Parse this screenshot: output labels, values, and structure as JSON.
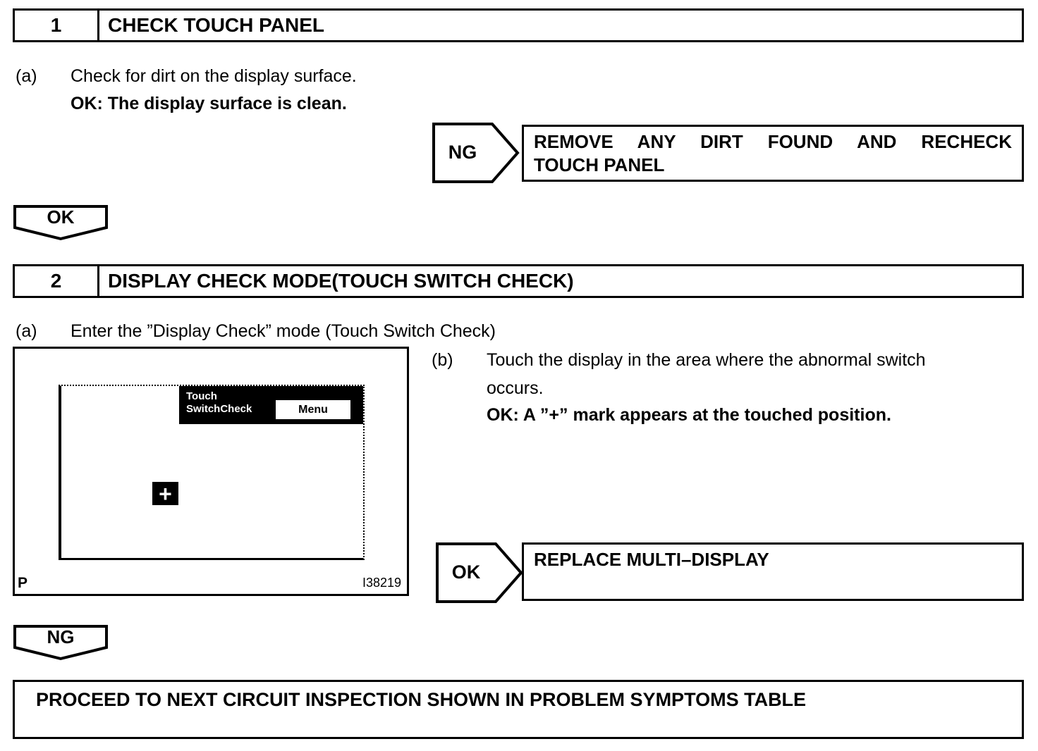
{
  "page": {
    "background": "#ffffff",
    "ink": "#000000"
  },
  "step1": {
    "number": "1",
    "title": "CHECK TOUCH PANEL",
    "item_a": {
      "label": "(a)",
      "text": "Check for dirt on the display surface.",
      "ok_text": "OK: The display surface is clean."
    },
    "ng": {
      "label": "NG",
      "action_line1": "REMOVE ANY DIRT FOUND AND RECHECK",
      "action_line2": "TOUCH PANEL"
    },
    "result_ok": {
      "label": "OK"
    }
  },
  "step2": {
    "number": "2",
    "title": "DISPLAY CHECK MODE(TOUCH SWITCH CHECK)",
    "item_a": {
      "label": "(a)",
      "text": "Enter the ”Display Check” mode (Touch Switch Check)"
    },
    "item_b": {
      "label": "(b)",
      "line1": "Touch the display in the area where the abnormal switch",
      "line2": "occurs.",
      "ok_text": "OK: A ”+” mark appears at the touched position."
    },
    "ok": {
      "label": "OK",
      "action": "REPLACE MULTI–DISPLAY"
    },
    "result_ng": {
      "label": "NG"
    }
  },
  "figure": {
    "screen_label_line1": "Touch",
    "screen_label_line2": "SwitchCheck",
    "menu_button": "Menu",
    "plus_mark": "+",
    "corner_marker": "P",
    "figure_id": "I38219"
  },
  "footer": {
    "action": "PROCEED TO NEXT CIRCUIT INSPECTION SHOWN IN PROBLEM SYMPTOMS TABLE"
  }
}
